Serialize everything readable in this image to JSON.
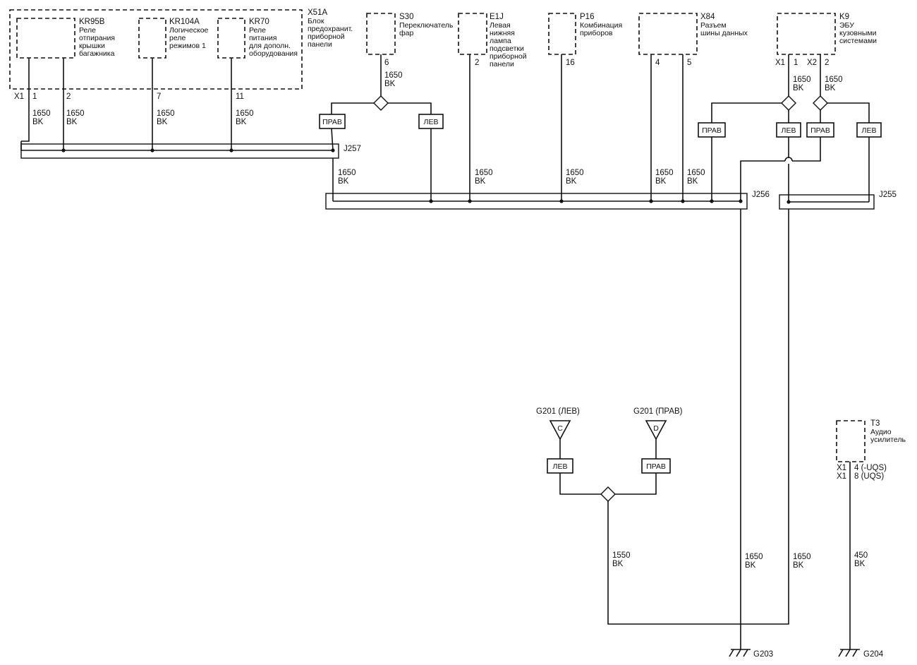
{
  "components": {
    "x51a": {
      "id": "X51A",
      "lines": [
        "Блок",
        "предохранит.",
        "приборной",
        "панели"
      ]
    },
    "kr95b": {
      "id": "KR95B",
      "lines": [
        "Реле",
        "отпирания",
        "крышки",
        "багажника"
      ]
    },
    "kr104a": {
      "id": "KR104A",
      "lines": [
        "Логическое",
        "реле",
        "режимов 1"
      ]
    },
    "kr70": {
      "id": "KR70",
      "lines": [
        "Реле",
        "питания",
        "для дополн.",
        "оборудования"
      ]
    },
    "s30": {
      "id": "S30",
      "lines": [
        "Переключатель",
        "фар"
      ]
    },
    "e1j": {
      "id": "E1J",
      "lines": [
        "Левая",
        "нижняя",
        "лампа",
        "подсветки",
        "приборной",
        "панели"
      ]
    },
    "p16": {
      "id": "P16",
      "lines": [
        "Комбинация",
        "приборов"
      ]
    },
    "x84": {
      "id": "X84",
      "lines": [
        "Разъем",
        "шины данных"
      ]
    },
    "k9": {
      "id": "K9",
      "lines": [
        "ЭБУ",
        "кузовными",
        "системами"
      ]
    },
    "t3": {
      "id": "T3",
      "lines": [
        "Аудио",
        "усилитель"
      ]
    }
  },
  "pins": {
    "x1": "X1",
    "x2": "X2",
    "kr95b_1": "1",
    "kr95b_2": "2",
    "kr104a": "7",
    "kr70": "11",
    "s30": "6",
    "e1j": "2",
    "p16": "16",
    "x84_a": "4",
    "x84_b": "5",
    "k9_1": "1",
    "k9_2": "2",
    "t3_a": "4 (-UQS)",
    "t3_b": "8 (UQS)"
  },
  "wires": {
    "w1": [
      "1650",
      "BK"
    ],
    "w2": [
      "1650",
      "BK"
    ],
    "w3": [
      "1650",
      "BK"
    ],
    "w4": [
      "1650",
      "BK"
    ],
    "s30": [
      "1650",
      "BK"
    ],
    "k9_1": [
      "1650",
      "BK"
    ],
    "k9_2": [
      "1650",
      "BK"
    ],
    "j257_out": [
      "1650",
      "BK"
    ],
    "e1j": [
      "1650",
      "BK"
    ],
    "p16": [
      "1650",
      "BK"
    ],
    "x84_a": [
      "1650",
      "BK"
    ],
    "x84_b": [
      "1650",
      "BK"
    ],
    "g201": [
      "1550",
      "BK"
    ],
    "j256_down": [
      "1650",
      "BK"
    ],
    "j255_down": [
      "1650",
      "BK"
    ],
    "t3": [
      "450",
      "BK"
    ]
  },
  "splices": {
    "j257": "J257",
    "j256": "J256",
    "j255": "J255"
  },
  "tags": {
    "right": "ПРАВ",
    "left": "ЛЕВ"
  },
  "grounds": {
    "g201_left": {
      "label": "G201 (ЛЕВ)",
      "letter": "C"
    },
    "g201_right": {
      "label": "G201 (ПРАВ)",
      "letter": "D"
    },
    "g203": "G203",
    "g204": "G204"
  }
}
